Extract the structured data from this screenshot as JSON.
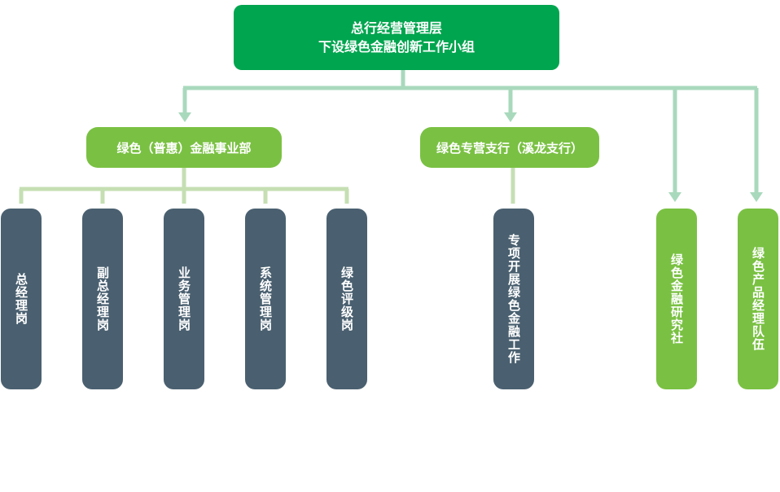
{
  "top": {
    "line1": "总行经营管理层",
    "line2": "下设绿色金融创新工作小组"
  },
  "level2": {
    "left": "绿色（普惠）金融事业部",
    "middle": "绿色专营支行（溪龙支行）"
  },
  "posts": [
    "总经理岗",
    "副总经理岗",
    "业务管理岗",
    "系统管理岗",
    "绿色评级岗"
  ],
  "branch_task": "专项开展绿色金融工作",
  "research": "绿色金融研究社",
  "product_team": "绿色产品经理队伍",
  "colors": {
    "top": "#00a54f",
    "level2": "#7ac143",
    "post": "#4a6070",
    "connector": "#a9d9bd",
    "connector_light": "#c5dfb3"
  }
}
